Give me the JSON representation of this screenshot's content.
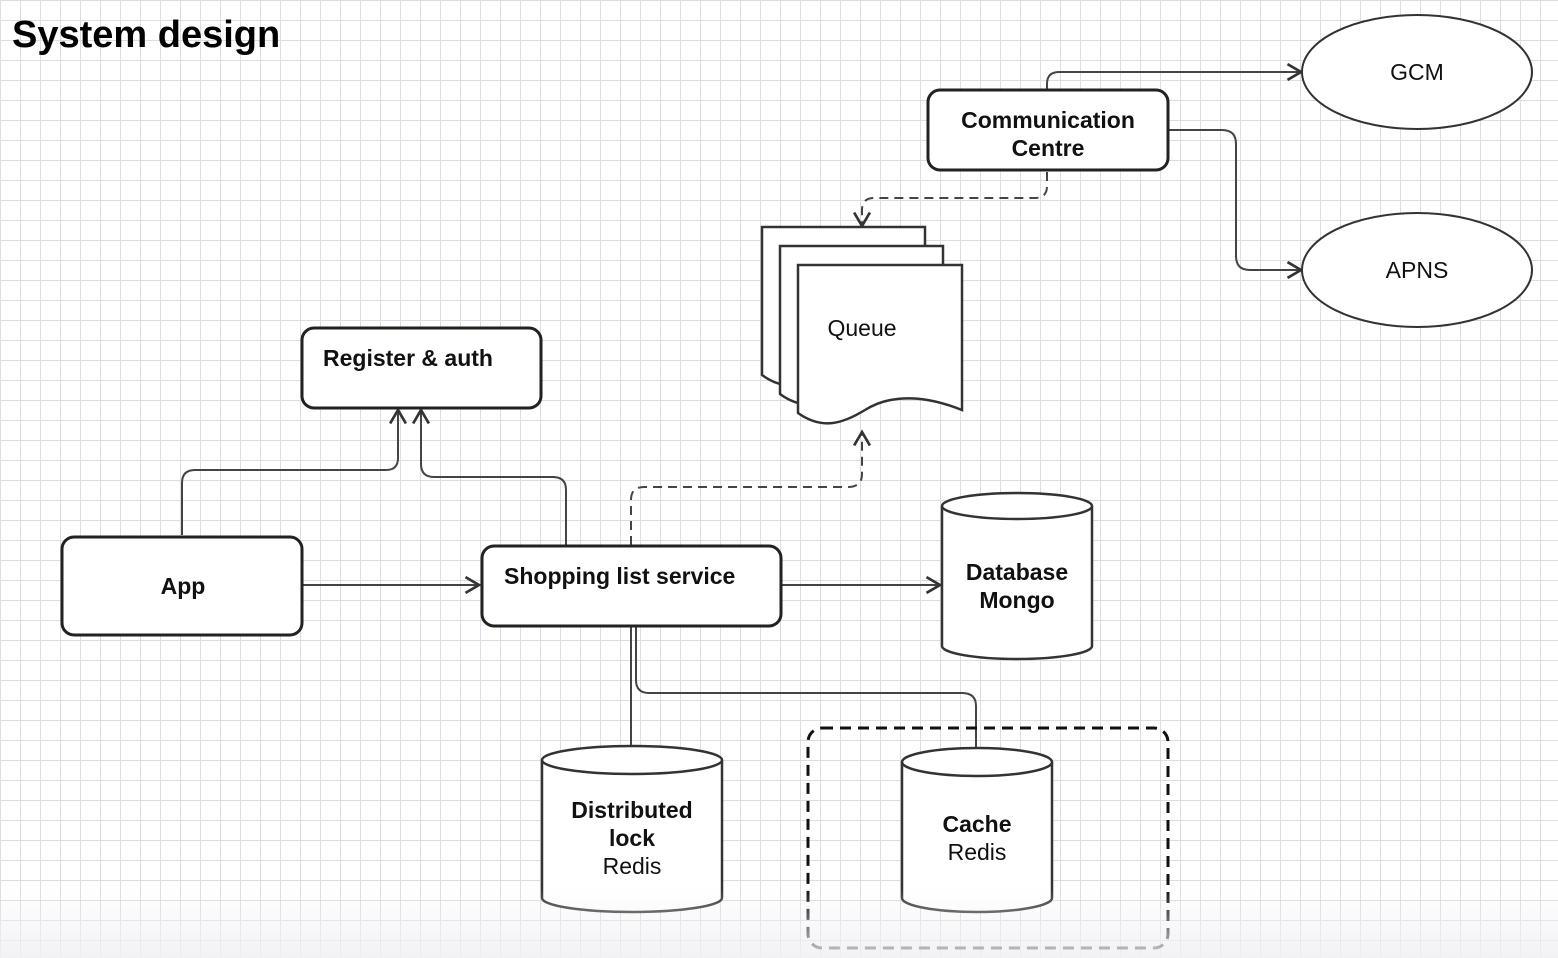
{
  "page_title": "System design",
  "nodes": {
    "register_auth": "Register & auth",
    "app": "App",
    "shopping_list_service": "Shopping list service",
    "database": {
      "line1": "Database",
      "line2": "Mongo"
    },
    "communication_centre": {
      "line1": "Communication",
      "line2": "Centre"
    },
    "gcm": "GCM",
    "apns": "APNS",
    "queue": "Queue",
    "distributed_lock": {
      "line1": "Distributed",
      "line2": "lock",
      "line3": "Redis"
    },
    "cache": {
      "line1": "Cache",
      "line2": "Redis"
    }
  }
}
